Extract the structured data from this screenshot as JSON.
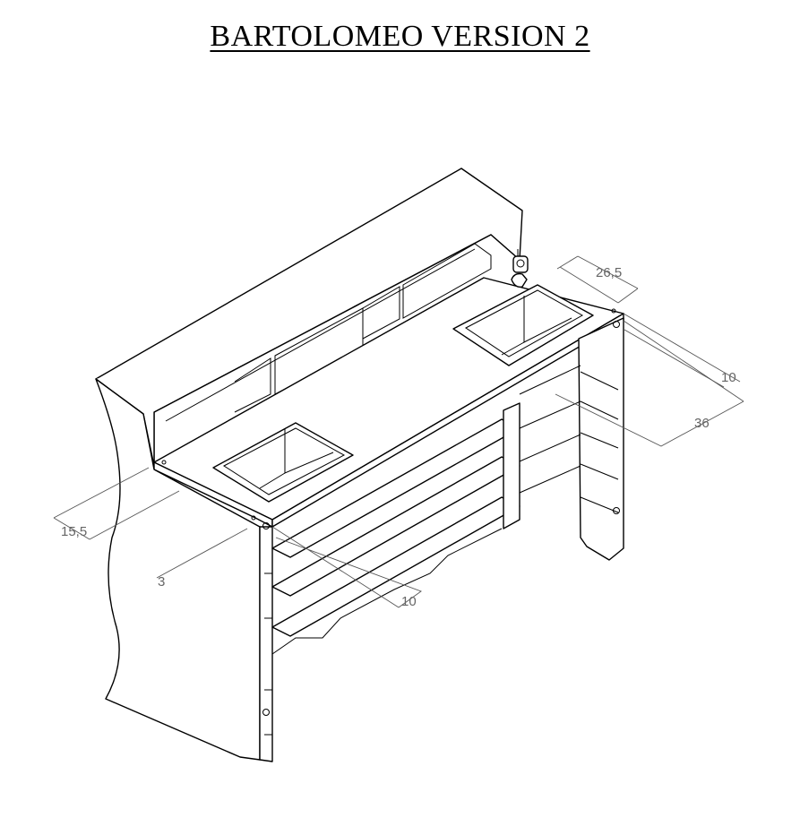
{
  "title": "BARTOLOMEO VERSION 2",
  "dimensions": {
    "d_26_5": "26,5",
    "d_10_right": "10",
    "d_36": "36",
    "d_15_5": "15,5",
    "d_3": "3",
    "d_10_bottom": "10"
  },
  "colors": {
    "line": "#000000",
    "dimension_text": "#666666",
    "background": "#ffffff"
  }
}
